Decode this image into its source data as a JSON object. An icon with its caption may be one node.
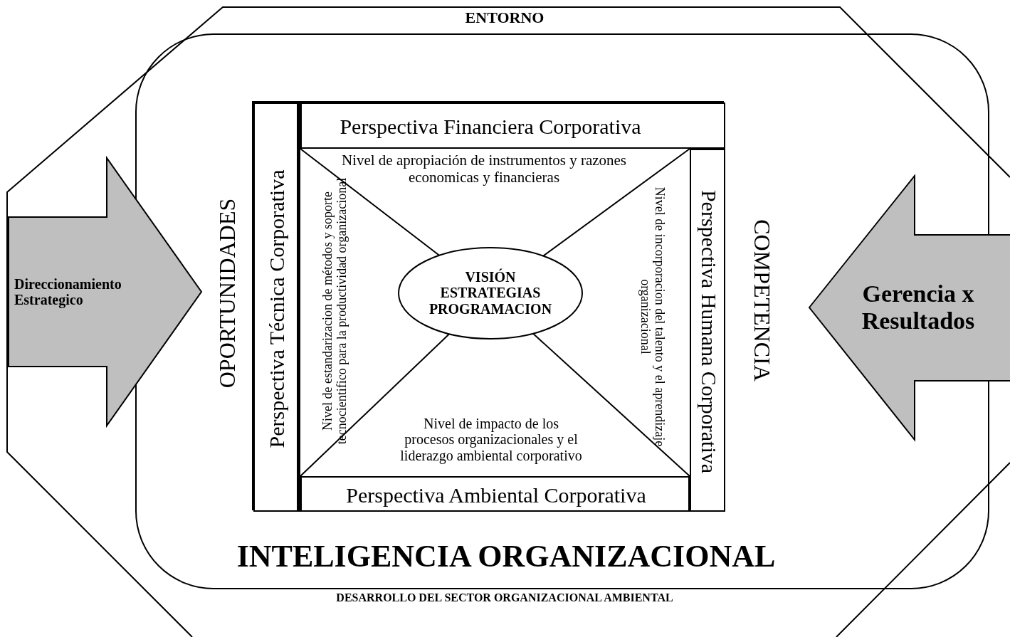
{
  "diagram": {
    "nodes": [
      {
        "text": [
          "ENTORNO",
          "DESARROLLO DEL SECTOR ORGANIZACIONAL AMBIENTAL"
        ]
      },
      {
        "text": [
          "OPORTUNIDADES",
          "COMPETENCIA",
          "INTELIGENCIA ORGANIZACIONAL"
        ],
        "in": 0
      },
      {
        "text": [],
        "shape": "box",
        "in": 1
      },
      {
        "text": [
          "Perspectiva Técnica Corporativa"
        ],
        "in": 2
      },
      {
        "text": [
          "Perspectiva Financiera Corporativa"
        ],
        "in": 2
      },
      {
        "text": [
          "Perspectiva Humana Corporativa"
        ],
        "in": 2
      },
      {
        "text": [
          "Perspectiva Ambiental Corporativa"
        ],
        "in": 2
      },
      {
        "text": [
          "VISIÓN ESTRATEGIAS PROGRAMACION"
        ],
        "in": 2
      },
      {
        "text": [
          "Direccionamiento Estrategico"
        ],
        "in": 0
      },
      {
        "text": [
          "Gerencia x Resultados"
        ],
        "in": 0
      }
    ],
    "labels": [
      "Nivel de apropiación de instrumentos y razones economicas y financieras",
      "Nivel de estandarizacion de métodos y soporte tecnocientifico para la productividad organizacional",
      "Nivel de incorporacion del talento y el aprendizaje organizacional",
      "Nivel de impacto de los procesos organizacionales y el liderazgo ambiental corporativo"
    ]
  }
}
